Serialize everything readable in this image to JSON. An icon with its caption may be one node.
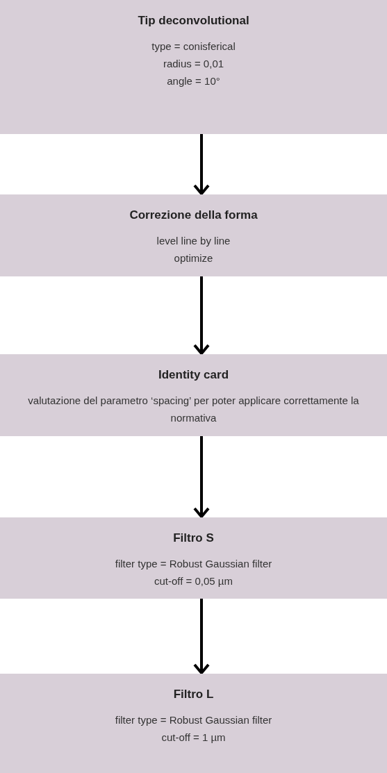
{
  "diagram": {
    "nodes": [
      {
        "text": [
          "Tip deconvolutional",
          "type = conisferical",
          "radius = 0,01",
          "angle = 10°"
        ]
      },
      {
        "text": [
          "Correzione della forma",
          "level line by line",
          "optimize"
        ]
      },
      {
        "text": [
          "Identity card",
          "valutazione del parametro ‘spacing’ per poter applicare correttamente la normativa"
        ]
      },
      {
        "text": [
          "Filtro S",
          "filter type = Robust Gaussian filter",
          "cut-off = 0,05 µm"
        ]
      },
      {
        "text": [
          "Filtro L",
          "filter type = Robust Gaussian filter",
          "cut-off = 1 µm"
        ]
      }
    ],
    "edges": [
      {
        "from": 0,
        "to": 1,
        "arrow": "to"
      },
      {
        "from": 1,
        "to": 2,
        "arrow": "to"
      },
      {
        "from": 2,
        "to": 3,
        "arrow": "to"
      },
      {
        "from": 3,
        "to": 4,
        "arrow": "to"
      }
    ]
  }
}
